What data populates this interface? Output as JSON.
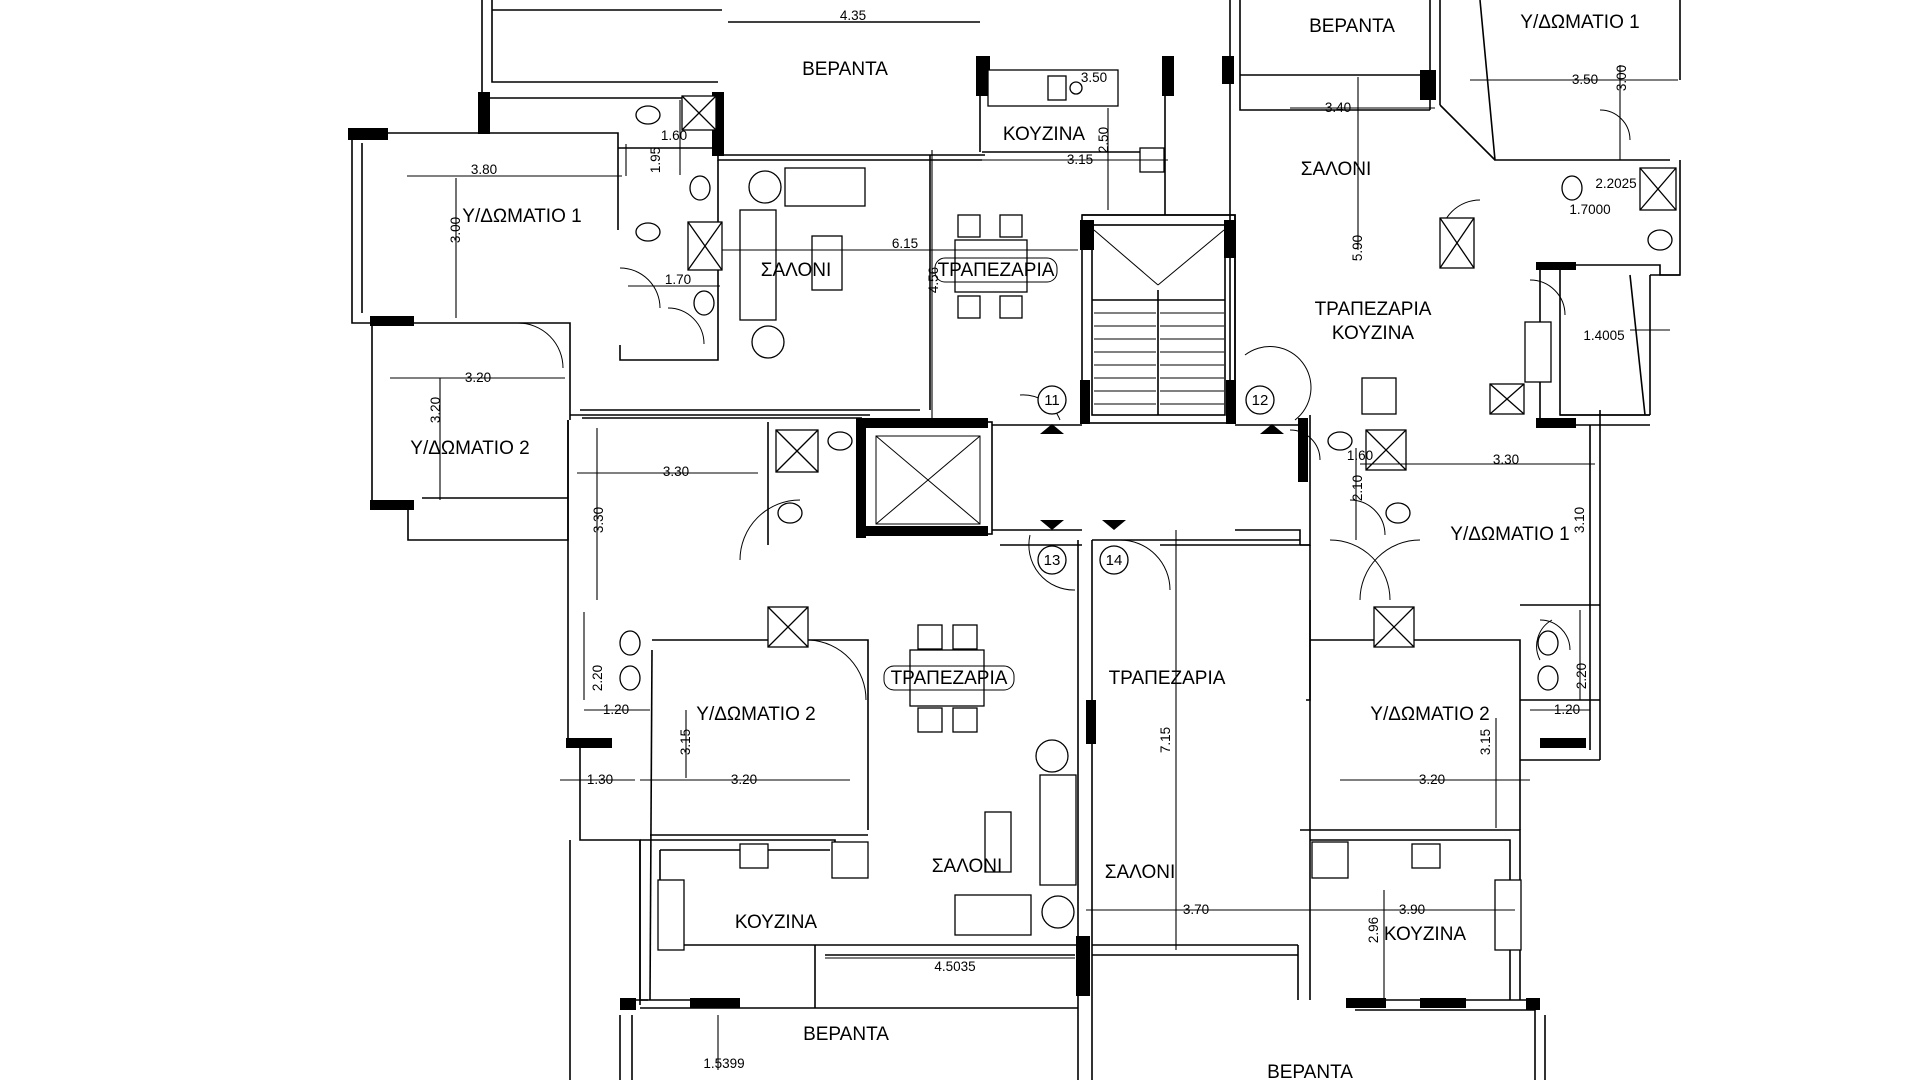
{
  "plan": {
    "room_labels": [
      {
        "id": "r1",
        "text": "ΒΕΡΑΝΤΑ"
      },
      {
        "id": "r2",
        "text": "ΚΟΥΖΙΝΑ"
      },
      {
        "id": "r3",
        "text": "Υ/ΔΩΜΑΤΙΟ 1"
      },
      {
        "id": "r4",
        "text": "ΣΑΛΟΝΙ"
      },
      {
        "id": "r5",
        "text": "ΤΡΑΠΕΖΑΡΙΑ"
      },
      {
        "id": "r6",
        "text": "Υ/ΔΩΜΑΤΙΟ 2"
      },
      {
        "id": "r7",
        "text": "ΒΕΡΑΝΤΑ"
      },
      {
        "id": "r8",
        "text": "Υ/ΔΩΜΑΤΙΟ 1"
      },
      {
        "id": "r9",
        "text": "ΣΑΛΟΝΙ"
      },
      {
        "id": "r10",
        "text": "ΤΡΑΠΕΖΑΡΙΑ"
      },
      {
        "id": "r11",
        "text": "ΚΟΥΖΙΝΑ"
      },
      {
        "id": "r12",
        "text": "Υ/ΔΩΜΑΤΙΟ 2"
      },
      {
        "id": "r13",
        "text": "ΤΡΑΠΕΖΑΡΙΑ"
      },
      {
        "id": "r14",
        "text": "ΣΑΛΟΝΙ"
      },
      {
        "id": "r15",
        "text": "ΚΟΥΖΙΝΑ"
      },
      {
        "id": "r16",
        "text": "ΒΕΡΑΝΤΑ"
      },
      {
        "id": "r17",
        "text": "ΤΡΑΠΕΖΑΡΙΑ"
      },
      {
        "id": "r18",
        "text": "ΣΑΛΟΝΙ"
      },
      {
        "id": "r19",
        "text": "ΒΕΡΑΝΤΑ"
      },
      {
        "id": "r20",
        "text": "Υ/ΔΩΜΑΤΙΟ 1"
      },
      {
        "id": "r21",
        "text": "Υ/ΔΩΜΑΤΙΟ 2"
      },
      {
        "id": "r22",
        "text": "ΚΟΥΖΙΝΑ"
      }
    ],
    "dimensions": [
      "4.35",
      "3.80",
      "1.95",
      "1.60",
      "1.70",
      "3.00",
      "3.15",
      "2.50",
      "6.15",
      "4.56",
      "3.20",
      "3.20",
      "3.30",
      "3.30",
      "2.20",
      "1.20",
      "1.30",
      "3.15",
      "3.20",
      "3.50",
      "3.00",
      "3.40",
      "5.90",
      "2.2025",
      "1.7000",
      "1.4005",
      "1.60",
      "2.10",
      "3.30",
      "3.10",
      "2.20",
      "1.20",
      "3.15",
      "3.20",
      "7.15",
      "3.70",
      "3.90",
      "2.96",
      "4.5035",
      "1.5399",
      "3.50"
    ],
    "apartment_numbers": [
      "11",
      "12",
      "13",
      "14"
    ]
  }
}
